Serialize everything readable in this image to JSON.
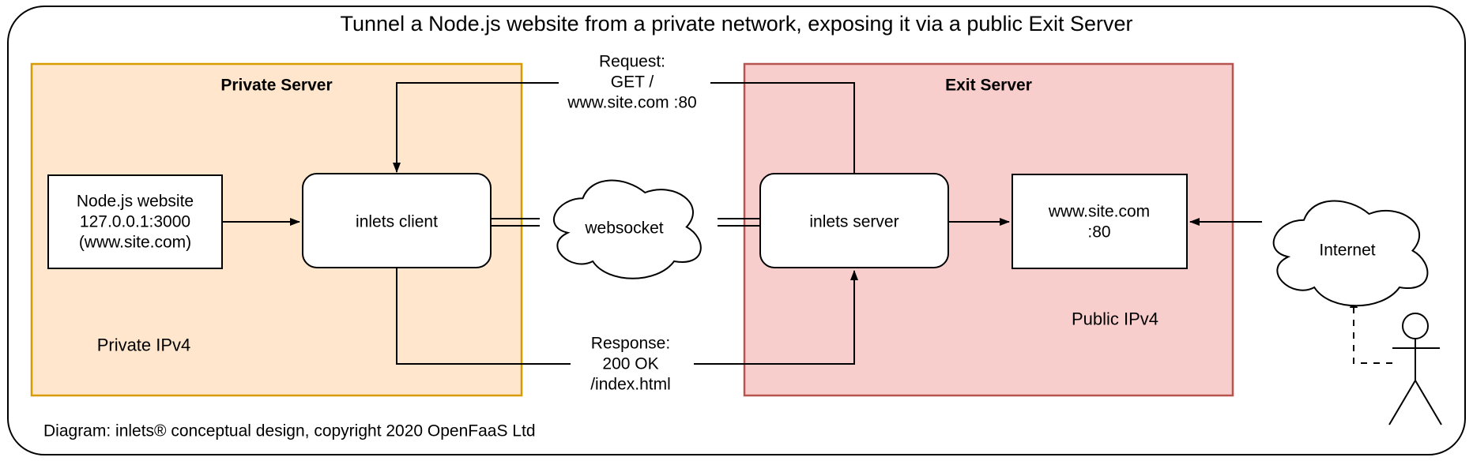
{
  "diagram": {
    "title": "Tunnel a Node.js website from a private network, exposing it via a public Exit Server",
    "footer": "Diagram: inlets® conceptual design, copyright 2020 OpenFaaS Ltd",
    "colors": {
      "private_fill": "#FFE6CC",
      "private_stroke": "#D79B00",
      "exit_fill": "#F8CECC",
      "exit_stroke": "#B85450",
      "node_fill": "#FFFFFF",
      "line": "#000000"
    },
    "private_server": {
      "label": "Private Server",
      "ip_label": "Private IPv4",
      "website_node": {
        "lines": [
          "Node.js website",
          "127.0.0.1:3000",
          "(www.site.com)"
        ]
      },
      "client_node": {
        "label": "inlets client"
      }
    },
    "exit_server": {
      "label": "Exit Server",
      "ip_label": "Public IPv4",
      "server_node": {
        "label": "inlets server"
      },
      "site_node": {
        "lines": [
          "www.site.com",
          ":80"
        ]
      }
    },
    "websocket_cloud": {
      "label": "websocket"
    },
    "internet_cloud": {
      "label": "Internet"
    },
    "request_label": {
      "lines": [
        "Request:",
        "GET /",
        "www.site.com :80"
      ]
    },
    "response_label": {
      "lines": [
        "Response:",
        "200 OK",
        "/index.html"
      ]
    }
  }
}
